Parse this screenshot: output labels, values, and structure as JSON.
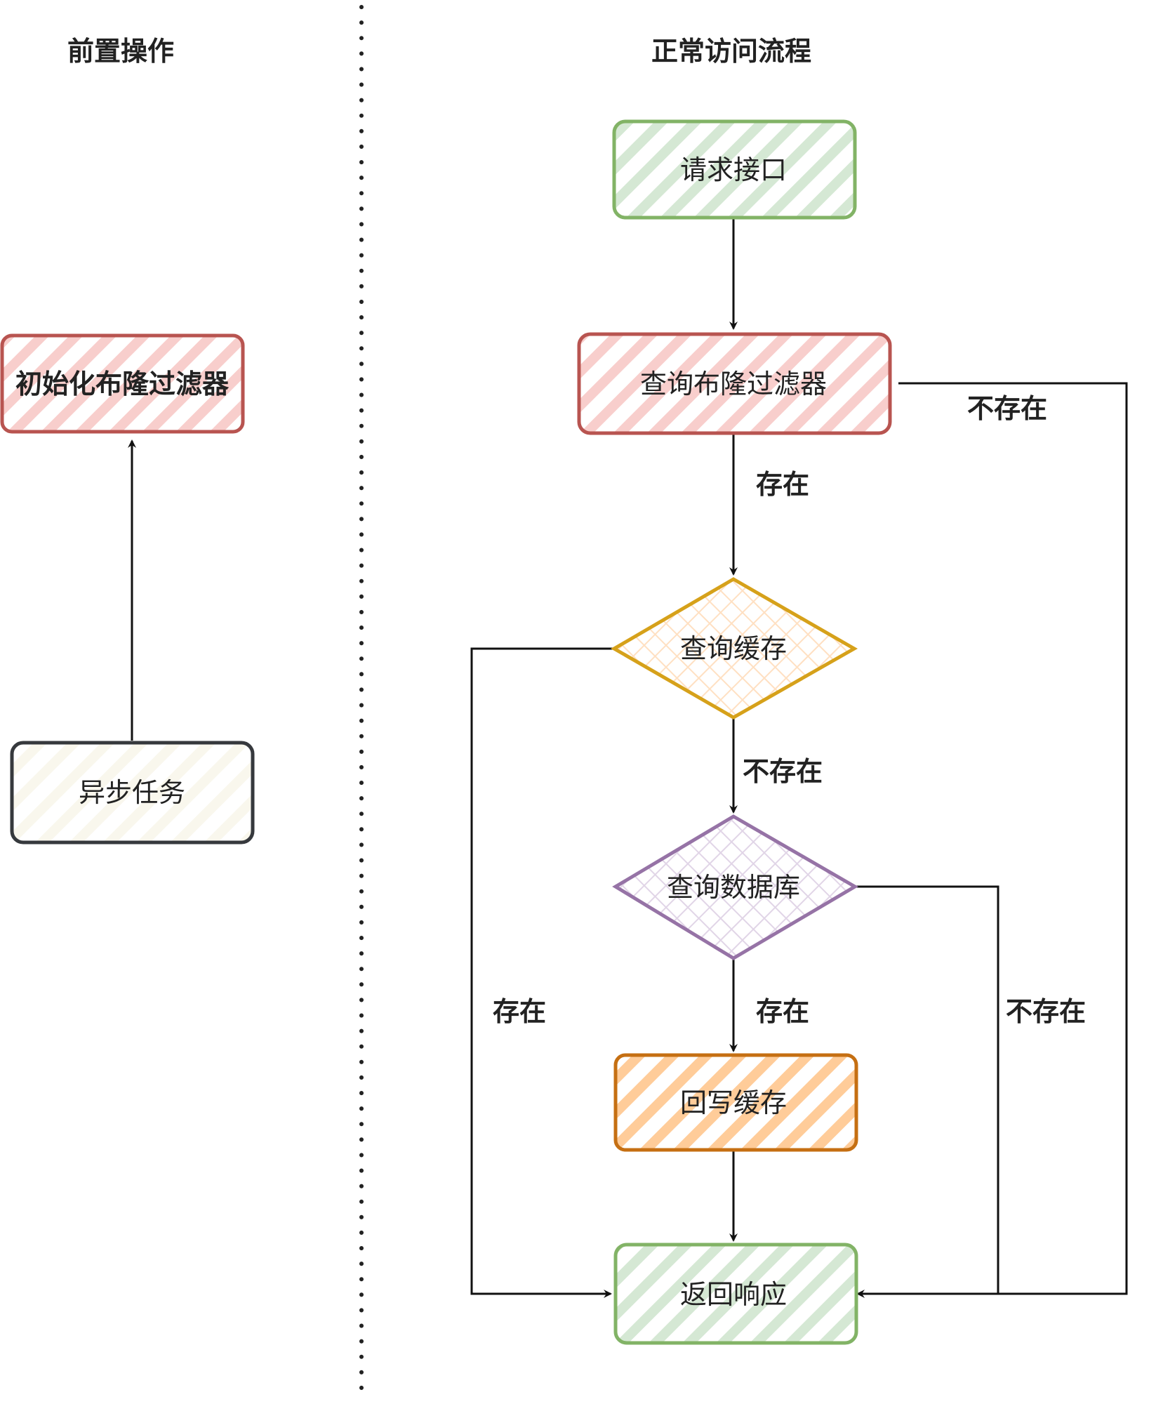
{
  "sections": {
    "left_title": "前置操作",
    "right_title": "正常访问流程"
  },
  "nodes": {
    "init_bloom": "初始化布隆过滤器",
    "async_task": "异步任务",
    "request_api": "请求接口",
    "query_bloom": "查询布隆过滤器",
    "query_cache": "查询缓存",
    "query_db": "查询数据库",
    "write_cache": "回写缓存",
    "return_response": "返回响应"
  },
  "edge_labels": {
    "bloom_not_exist": "不存在",
    "bloom_exist": "存在",
    "cache_not_exist": "不存在",
    "cache_exist": "存在",
    "db_exist": "存在",
    "db_not_exist": "不存在"
  },
  "colors": {
    "green_stroke": "#82b366",
    "green_fill": "#d5e8d4",
    "red_stroke": "#b85450",
    "red_fill": "#f8cecc",
    "gold_stroke": "#d6a11a",
    "gold_fill": "#ffe6cc",
    "purple_stroke": "#9673a6",
    "purple_fill": "#e1d5e7",
    "orange_stroke": "#c56f12",
    "orange_fill": "#ffcc99",
    "gray_stroke": "#36393d",
    "cream_fill": "#f9f7ed"
  }
}
